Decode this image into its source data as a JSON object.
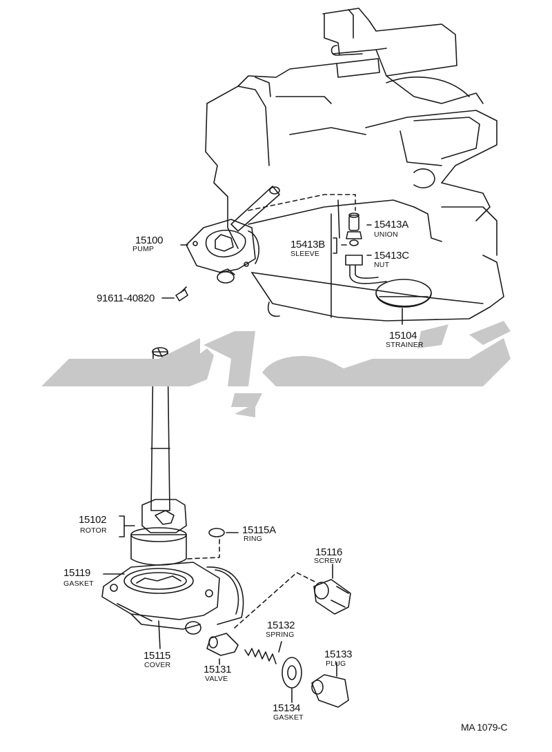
{
  "diagram_code": "MA 1079-C",
  "parts": [
    {
      "id": "pump",
      "number": "15100",
      "name": "PUMP"
    },
    {
      "id": "bolt",
      "number": "91611-40820",
      "name": ""
    },
    {
      "id": "union",
      "number": "15413A",
      "name": "UNION"
    },
    {
      "id": "sleeve",
      "number": "15413B",
      "name": "SLEEVE"
    },
    {
      "id": "nut",
      "number": "15413C",
      "name": "NUT"
    },
    {
      "id": "strainer",
      "number": "15104",
      "name": "STRAINER"
    },
    {
      "id": "rotor",
      "number": "15102",
      "name": "ROTOR"
    },
    {
      "id": "ring",
      "number": "15115A",
      "name": "RING"
    },
    {
      "id": "screw",
      "number": "15116",
      "name": "SCREW"
    },
    {
      "id": "gasket_cover",
      "number": "15119",
      "name": "GASKET"
    },
    {
      "id": "spring",
      "number": "15132",
      "name": "SPRING"
    },
    {
      "id": "plug",
      "number": "15133",
      "name": "PLUG"
    },
    {
      "id": "cover",
      "number": "15115",
      "name": "COVER"
    },
    {
      "id": "valve",
      "number": "15131",
      "name": "VALVE"
    },
    {
      "id": "gasket_plug",
      "number": "15134",
      "name": "GASKET"
    }
  ],
  "colors": {
    "line": "#1a1a1a",
    "watermark": "#c8c8c8"
  }
}
